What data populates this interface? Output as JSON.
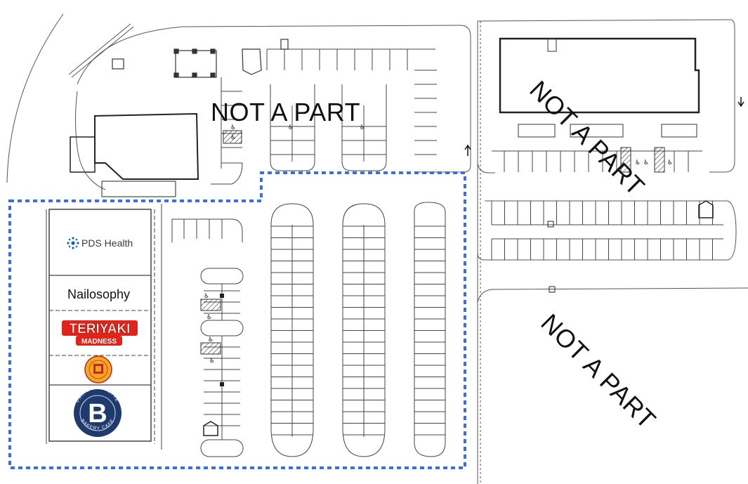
{
  "labels": {
    "not_a_part_top": "NOT A PART",
    "not_a_part_right_top": "NOT A PART",
    "not_a_part_right_bottom": "NOT A PART"
  },
  "tenants": [
    {
      "id": "pds",
      "name": "PDS Health",
      "icon": "pds-health-logo-icon"
    },
    {
      "id": "nail",
      "name": "Nailosophy"
    },
    {
      "id": "teriyaki",
      "line1": "TERIYAKI",
      "line2": "MADNESS",
      "color": "#e2231a"
    },
    {
      "id": "halal",
      "icon": "halal-guys-logo-icon",
      "color": "#f5a623"
    },
    {
      "id": "paris",
      "letter": "B",
      "arc_top": "PARIS BAGUETTE",
      "arc_bottom": "BAKERY CAFÉ",
      "color": "#1f3a6e"
    }
  ],
  "colors": {
    "boundary": "#3b6fe0",
    "lines": "#333333",
    "road": "#555555"
  },
  "icons": [
    "accessible-parking-icon",
    "up-arrow-icon",
    "down-arrow-icon",
    "light-pole-icon",
    "trash-enclosure-icon"
  ]
}
